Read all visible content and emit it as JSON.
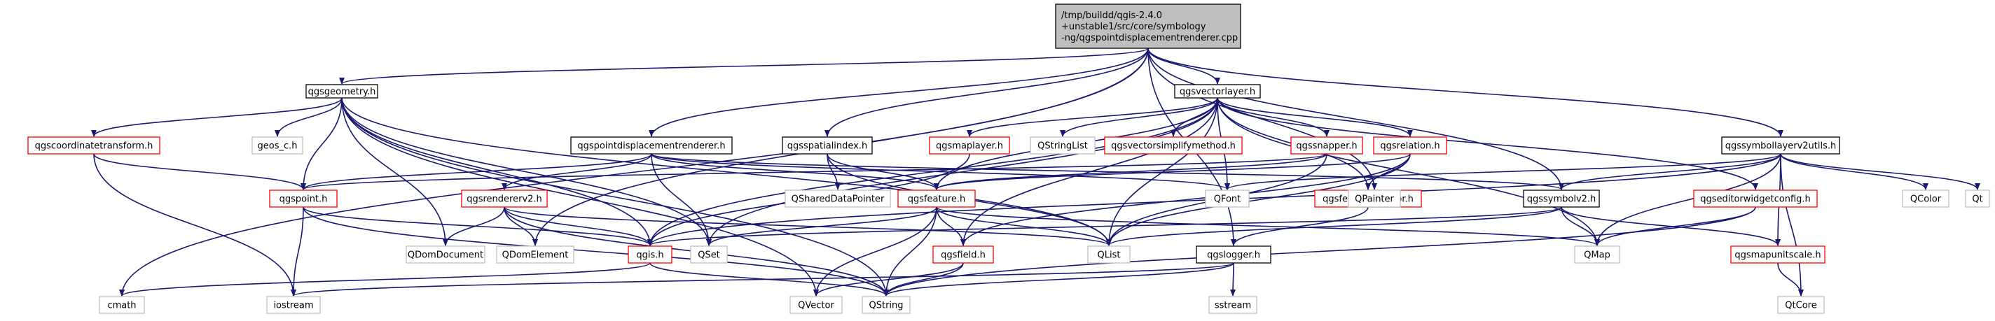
{
  "colors": {
    "root_fill": "#bfbfbf",
    "node_border_black": "#000000",
    "node_border_red": "#ff0000",
    "node_border_gray": "#bfbfbf",
    "text": "#000000",
    "edge": "#191970"
  },
  "diagram": {
    "nodes": [
      {
        "id": "root",
        "lines": [
          "/tmp/buildd/qgis-2.4.0",
          "+unstable1/src/core/symbology",
          "-ng/qgspointdisplacementrenderer.cpp"
        ],
        "style": "root"
      },
      {
        "id": "qgsgeometry",
        "lines": [
          "qgsgeometry.h"
        ],
        "style": "black"
      },
      {
        "id": "qgsvectorlayer",
        "lines": [
          "qgsvectorlayer.h"
        ],
        "style": "black"
      },
      {
        "id": "qgssymbollayerv2utils",
        "lines": [
          "qgssymbollayerv2utils.h"
        ],
        "style": "black"
      },
      {
        "id": "qgscoordinatetransform",
        "lines": [
          "qgscoordinatetransform.h"
        ],
        "style": "red"
      },
      {
        "id": "geos_c",
        "lines": [
          "geos_c.h"
        ],
        "style": "gray"
      },
      {
        "id": "qgspointdisplacementrenderer",
        "lines": [
          "qgspointdisplacementrenderer.h"
        ],
        "style": "black"
      },
      {
        "id": "qgsspatialindex",
        "lines": [
          "qgsspatialindex.h"
        ],
        "style": "black"
      },
      {
        "id": "qgsmaplayer",
        "lines": [
          "qgsmaplayer.h"
        ],
        "style": "red"
      },
      {
        "id": "qstringlist",
        "lines": [
          "QStringList"
        ],
        "style": "gray"
      },
      {
        "id": "qgsvectorsimplifymethod",
        "lines": [
          "qgsvectorsimplifymethod.h"
        ],
        "style": "red"
      },
      {
        "id": "qgssnapper",
        "lines": [
          "qgssnapper.h"
        ],
        "style": "red"
      },
      {
        "id": "qgsrelation",
        "lines": [
          "qgsrelation.h"
        ],
        "style": "red"
      },
      {
        "id": "qgspoint",
        "lines": [
          "qgspoint.h"
        ],
        "style": "red"
      },
      {
        "id": "qgsrendererv2",
        "lines": [
          "qgsrendererv2.h"
        ],
        "style": "red"
      },
      {
        "id": "qshareddatapointer",
        "lines": [
          "QSharedDataPointer"
        ],
        "style": "gray"
      },
      {
        "id": "qgsfeature",
        "lines": [
          "qgsfeature.h"
        ],
        "style": "red"
      },
      {
        "id": "qfont",
        "lines": [
          "QFont"
        ],
        "style": "gray"
      },
      {
        "id": "qgsfeatureiterator",
        "lines": [
          "qgsfeatureiterator.h"
        ],
        "style": "red"
      },
      {
        "id": "qpainter",
        "lines": [
          "QPainter"
        ],
        "style": "gray"
      },
      {
        "id": "qgssymbolv2",
        "lines": [
          "qgssymbolv2.h"
        ],
        "style": "black"
      },
      {
        "id": "qgseditorwidgetconfig",
        "lines": [
          "qgseditorwidgetconfig.h"
        ],
        "style": "red"
      },
      {
        "id": "qcolor",
        "lines": [
          "QColor"
        ],
        "style": "gray"
      },
      {
        "id": "qt",
        "lines": [
          "Qt"
        ],
        "style": "gray"
      },
      {
        "id": "qdomdocument",
        "lines": [
          "QDomDocument"
        ],
        "style": "gray"
      },
      {
        "id": "qdomelement",
        "lines": [
          "QDomElement"
        ],
        "style": "gray"
      },
      {
        "id": "qgis",
        "lines": [
          "qgis.h"
        ],
        "style": "red"
      },
      {
        "id": "qset",
        "lines": [
          "QSet"
        ],
        "style": "gray"
      },
      {
        "id": "qgsfield",
        "lines": [
          "qgsfield.h"
        ],
        "style": "red"
      },
      {
        "id": "qlist",
        "lines": [
          "QList"
        ],
        "style": "gray"
      },
      {
        "id": "qgslogger",
        "lines": [
          "qgslogger.h"
        ],
        "style": "black"
      },
      {
        "id": "qmap",
        "lines": [
          "QMap"
        ],
        "style": "gray"
      },
      {
        "id": "qgsmapunitscale",
        "lines": [
          "qgsmapunitscale.h"
        ],
        "style": "red"
      },
      {
        "id": "cmath",
        "lines": [
          "cmath"
        ],
        "style": "gray"
      },
      {
        "id": "iostream",
        "lines": [
          "iostream"
        ],
        "style": "gray"
      },
      {
        "id": "qvector",
        "lines": [
          "QVector"
        ],
        "style": "gray"
      },
      {
        "id": "qstring",
        "lines": [
          "QString"
        ],
        "style": "gray"
      },
      {
        "id": "sstream",
        "lines": [
          "sstream"
        ],
        "style": "gray"
      },
      {
        "id": "qtcore",
        "lines": [
          "QtCore"
        ],
        "style": "gray"
      }
    ],
    "edges": [
      [
        "root",
        "qgsgeometry"
      ],
      [
        "root",
        "qgsvectorlayer"
      ],
      [
        "root",
        "qgssymbollayerv2utils"
      ],
      [
        "root",
        "qgspointdisplacementrenderer"
      ],
      [
        "root",
        "qgsspatialindex"
      ],
      [
        "root",
        "qgssymbolv2"
      ],
      [
        "root",
        "qgslogger"
      ],
      [
        "root",
        "qpainter"
      ],
      [
        "root",
        "cmath"
      ],
      [
        "root",
        "qdomelement"
      ],
      [
        "qgsgeometry",
        "qgscoordinatetransform"
      ],
      [
        "qgsgeometry",
        "geos_c"
      ],
      [
        "qgsgeometry",
        "qgspoint"
      ],
      [
        "qgsgeometry",
        "qgis"
      ],
      [
        "qgsgeometry",
        "qlist"
      ],
      [
        "qgsgeometry",
        "qdomdocument"
      ],
      [
        "qgsgeometry",
        "qset"
      ],
      [
        "qgsgeometry",
        "qstring"
      ],
      [
        "qgsgeometry",
        "qvector"
      ],
      [
        "qgscoordinatetransform",
        "qgspoint"
      ],
      [
        "qgscoordinatetransform",
        "iostream"
      ],
      [
        "qgspoint",
        "qgis"
      ],
      [
        "qgspoint",
        "iostream"
      ],
      [
        "qgspoint",
        "qstring"
      ],
      [
        "qgspointdisplacementrenderer",
        "qgsfeature"
      ],
      [
        "qgspointdisplacementrenderer",
        "qgspoint"
      ],
      [
        "qgspointdisplacementrenderer",
        "qgsrendererv2"
      ],
      [
        "qgspointdisplacementrenderer",
        "qgssymbolv2"
      ],
      [
        "qgspointdisplacementrenderer",
        "qfont"
      ],
      [
        "qgspointdisplacementrenderer",
        "qset"
      ],
      [
        "qgsspatialindex",
        "qshareddatapointer"
      ],
      [
        "qgsspatialindex",
        "qgsfeature"
      ],
      [
        "qgsspatialindex",
        "qlist"
      ],
      [
        "qgsvectorlayer",
        "qgsmaplayer"
      ],
      [
        "qgsvectorlayer",
        "qstringlist"
      ],
      [
        "qgsvectorlayer",
        "qgsvectorsimplifymethod"
      ],
      [
        "qgsvectorlayer",
        "qgssnapper"
      ],
      [
        "qgsvectorlayer",
        "qgsrelation"
      ],
      [
        "qgsvectorlayer",
        "qgsfeatureiterator"
      ],
      [
        "qgsvectorlayer",
        "qgseditorwidgetconfig"
      ],
      [
        "qgsvectorlayer",
        "qgsfeature"
      ],
      [
        "qgsvectorlayer",
        "qgis"
      ],
      [
        "qgsvectorlayer",
        "qset"
      ],
      [
        "qgsvectorlayer",
        "qlist"
      ],
      [
        "qgsvectorlayer",
        "qmap"
      ],
      [
        "qgsvectorlayer",
        "qfont"
      ],
      [
        "qgsvectorlayer",
        "qgsfield"
      ],
      [
        "qgsmaplayer",
        "qgis"
      ],
      [
        "qgssnapper",
        "qgsfeature"
      ],
      [
        "qgssnapper",
        "qgspoint"
      ],
      [
        "qgssnapper",
        "qlist"
      ],
      [
        "qgsrelation",
        "qgsfeature"
      ],
      [
        "qgsrelation",
        "qgsfeatureiterator"
      ],
      [
        "qgsrelation",
        "qlist"
      ],
      [
        "qgsrelation",
        "qgsfield"
      ],
      [
        "qgsfeature",
        "qgsfield"
      ],
      [
        "qgsfeature",
        "qlist"
      ],
      [
        "qgsfeature",
        "qmap"
      ],
      [
        "qgsfeature",
        "qvector"
      ],
      [
        "qgsfeature",
        "qstring"
      ],
      [
        "qgsfeature",
        "qset"
      ],
      [
        "qgsfeatureiterator",
        "qgslogger"
      ],
      [
        "qgsrendererv2",
        "qgis"
      ],
      [
        "qgsrendererv2",
        "qdomdocument"
      ],
      [
        "qgsrendererv2",
        "qdomelement"
      ],
      [
        "qgsrendererv2",
        "qlist"
      ],
      [
        "qgsrendererv2",
        "qstring"
      ],
      [
        "qgssymbollayerv2utils",
        "qgssymbolv2"
      ],
      [
        "qgssymbollayerv2utils",
        "qcolor"
      ],
      [
        "qgssymbollayerv2utils",
        "qt"
      ],
      [
        "qgssymbollayerv2utils",
        "qmap"
      ],
      [
        "qgssymbollayerv2utils",
        "qgsmapunitscale"
      ],
      [
        "qgssymbollayerv2utils",
        "qtcore"
      ],
      [
        "qgssymbollayerv2utils",
        "qgis"
      ],
      [
        "qgssymbollayerv2utils",
        "qfont"
      ],
      [
        "qgssymbolv2",
        "qgis"
      ],
      [
        "qgssymbolv2",
        "qmap"
      ],
      [
        "qgssymbolv2",
        "qlist"
      ],
      [
        "qgssymbolv2",
        "qgsmapunitscale"
      ],
      [
        "qgseditorwidgetconfig",
        "qstring"
      ],
      [
        "qgseditorwidgetconfig",
        "qmap"
      ],
      [
        "qgsmapunitscale",
        "qtcore"
      ],
      [
        "qgis",
        "cmath"
      ],
      [
        "qgis",
        "qstring"
      ],
      [
        "qgsfield",
        "qvector"
      ],
      [
        "qgsfield",
        "qstring"
      ],
      [
        "qgslogger",
        "iostream"
      ],
      [
        "qgslogger",
        "sstream"
      ],
      [
        "qgslogger",
        "qstring"
      ]
    ]
  }
}
